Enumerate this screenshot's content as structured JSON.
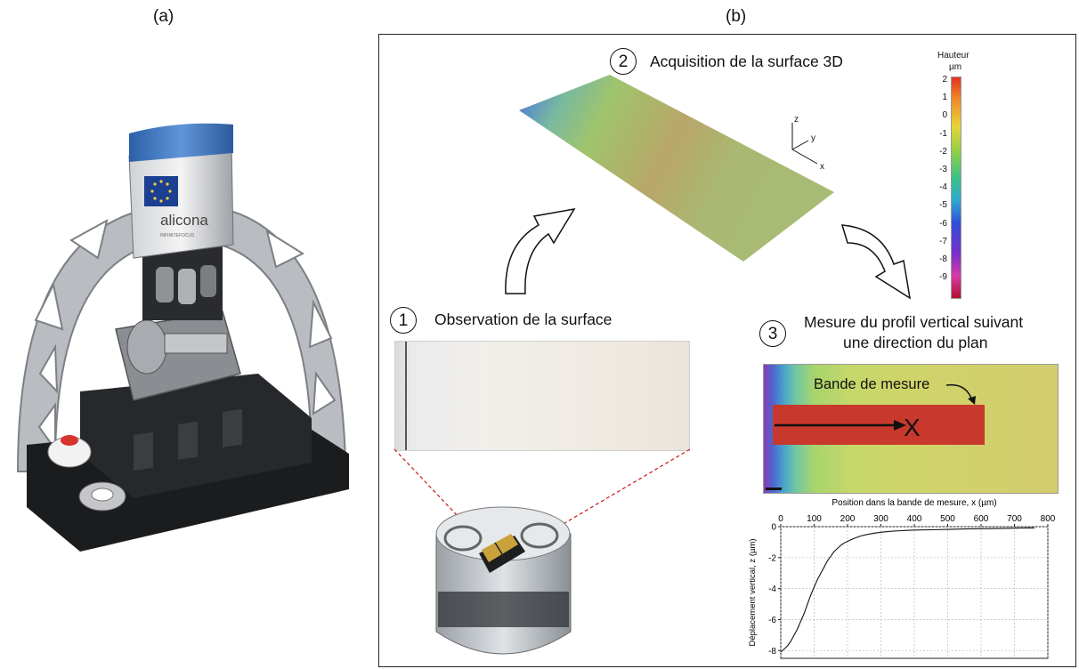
{
  "panel_a": {
    "label": "(a)",
    "brand": "alicona",
    "brand_sub": "INFINITEFOCUS"
  },
  "panel_b": {
    "label": "(b)"
  },
  "steps": [
    {
      "number": "1",
      "text": "Observation de la surface"
    },
    {
      "number": "2",
      "text": "Acquisition de la surface 3D"
    },
    {
      "number": "3",
      "line1": "Mesure du profil vertical suivant",
      "line2": "une direction du plan"
    }
  ],
  "axes3d": {
    "z": "z",
    "y": "y",
    "x": "x"
  },
  "colorbar": {
    "title": "Hauteur",
    "unit": "µm",
    "ticks": [
      "2",
      "1",
      "0",
      "-1",
      "-2",
      "-3",
      "-4",
      "-5",
      "-6",
      "-7",
      "-8",
      "-9"
    ]
  },
  "band": {
    "annotation": "Bande de mesure",
    "x_label": "X"
  },
  "colors": {
    "band": "#c8382c",
    "surface_green": "#9fc46c",
    "surface_purple": "#7a3aa8",
    "photo_bg": "#efefe9"
  },
  "chart_data": {
    "type": "line",
    "title": "",
    "xlabel": "Position dans la bande de mesure, x (µm)",
    "ylabel": "Déplacement vertical, z (µm)",
    "xlim": [
      0,
      800
    ],
    "ylim": [
      -8.5,
      0
    ],
    "xticks": [
      "0",
      "100",
      "200",
      "300",
      "400",
      "500",
      "600",
      "700",
      "800"
    ],
    "yticks": [
      "0",
      "-2",
      "-4",
      "-6",
      "-8"
    ],
    "x_axis_position": "top",
    "grid": true,
    "x": [
      0,
      10,
      20,
      30,
      40,
      50,
      60,
      70,
      80,
      90,
      100,
      110,
      120,
      130,
      140,
      150,
      160,
      170,
      180,
      190,
      200,
      220,
      240,
      260,
      280,
      300,
      330,
      360,
      400,
      450,
      500,
      550,
      600,
      650,
      700,
      740,
      760
    ],
    "y": [
      -8.1,
      -7.9,
      -7.7,
      -7.4,
      -7.0,
      -6.6,
      -6.1,
      -5.6,
      -5.0,
      -4.4,
      -3.9,
      -3.4,
      -3.0,
      -2.6,
      -2.2,
      -1.9,
      -1.6,
      -1.4,
      -1.2,
      -1.05,
      -0.95,
      -0.75,
      -0.6,
      -0.5,
      -0.42,
      -0.36,
      -0.3,
      -0.26,
      -0.22,
      -0.2,
      -0.18,
      -0.15,
      -0.13,
      -0.12,
      -0.1,
      -0.08,
      -0.08
    ]
  }
}
